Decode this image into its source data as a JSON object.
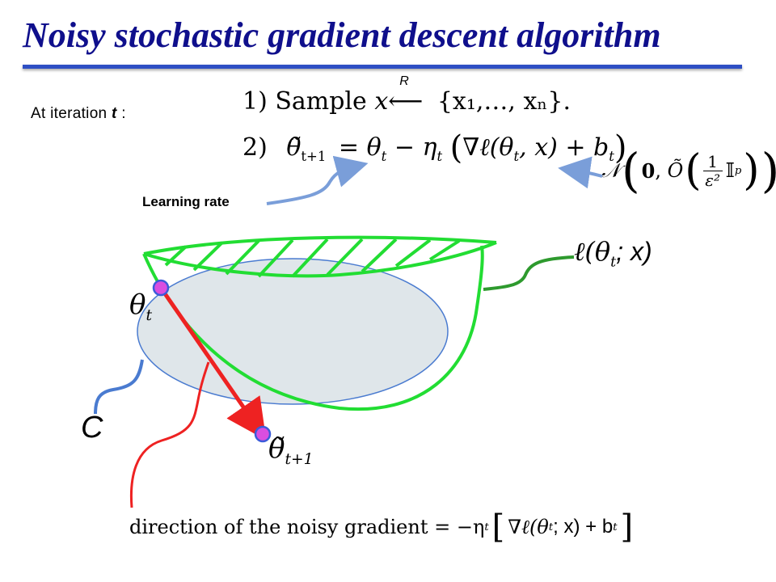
{
  "title": "Noisy stochastic gradient descent algorithm",
  "iteration_prefix": "At iteration ",
  "iteration_var": "t",
  "iteration_suffix": " :",
  "learning_rate_label": "Learning rate",
  "step1": {
    "number": "1)",
    "word": "Sample",
    "var": "x",
    "arrow": "⟵",
    "arrow_superscript": "R",
    "set": "{x₁,…, xₙ}."
  },
  "step2": {
    "number": "2)",
    "lhs": "θ̃",
    "lhs_sub": "t+1",
    "rhs_main": "= θ",
    "rhs_sub": "t",
    "minus_eta": " − η",
    "eta_sub": "t",
    "paren_open": "(",
    "grad": "∇ℓ(θ",
    "grad_sub": "t",
    "grad_rest": ", x) + b",
    "b_sub": "t",
    "paren_close": ")"
  },
  "noise_dist": {
    "symbol": "𝒩",
    "mean": "0",
    "order": "Õ",
    "frac_num": "1",
    "frac_den": "ε²",
    "identity": "𝕀",
    "identity_sub": "p"
  },
  "loss_label": {
    "text": "ℓ(θ",
    "sub": "t",
    "rest": "; x)"
  },
  "theta_t": {
    "sym": "θ",
    "sub": "t"
  },
  "theta_t1": {
    "sym": "θ̃",
    "sub": "t+1"
  },
  "set_label": "C",
  "bottom_eq": {
    "text": "direction of the noisy gradient = −η",
    "eta_sub": "t",
    "bracket_open": "[",
    "grad": "∇ℓ(θ",
    "grad_sub": "t",
    "rest": "; x) + b",
    "b_sub": "t",
    "bracket_close": "]"
  },
  "colors": {
    "title": "#0f0f8c",
    "rule": "#2e4fc4",
    "loss_curve": "#22dd33",
    "ellipse_fill": "#dfe6ea",
    "ellipse_stroke": "#4a7bd0",
    "gradient_arrow": "#ee2222",
    "point_fill": "#d94ee0",
    "connector_blue": "#7a9ed9",
    "connector_green": "#2e9a2e"
  }
}
